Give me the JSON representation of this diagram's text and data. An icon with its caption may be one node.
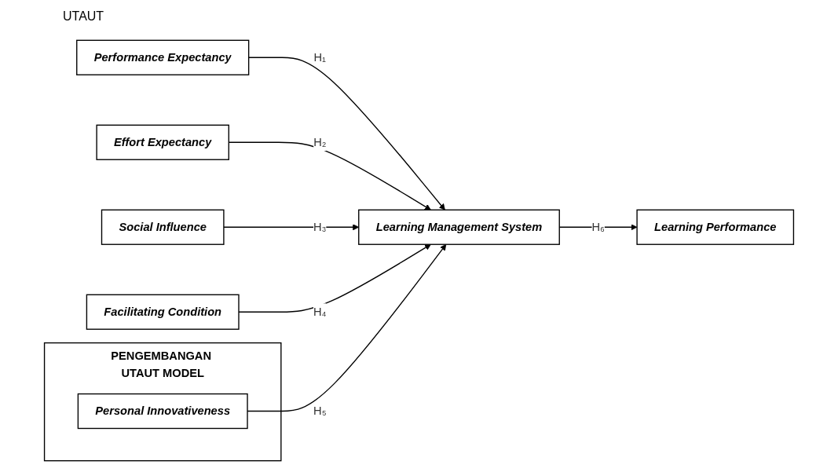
{
  "diagram": {
    "nodes": [
      {
        "text": [
          "Performance Expectancy"
        ]
      },
      {
        "text": [
          "Effort Expectancy"
        ]
      },
      {
        "text": [
          "Social Influence"
        ]
      },
      {
        "text": [
          "Facilitating Condition"
        ]
      },
      {
        "text": [
          "PENGEMBANGAN UTAUT MODEL"
        ]
      },
      {
        "text": [
          "Personal Innovativeness"
        ],
        "in": 4
      },
      {
        "text": [
          "Learning Management System"
        ]
      },
      {
        "text": [
          "Learning Performance"
        ]
      }
    ],
    "edges": [
      {
        "from": 0,
        "to": 6,
        "arrow": "to",
        "label": "H₁"
      },
      {
        "from": 1,
        "to": 6,
        "arrow": "to",
        "label": "H₂"
      },
      {
        "from": 2,
        "to": 6,
        "arrow": "to",
        "label": "H₃"
      },
      {
        "from": 3,
        "to": 6,
        "arrow": "to",
        "label": "H₄"
      },
      {
        "from": 5,
        "to": 6,
        "arrow": "to",
        "label": "H₅"
      },
      {
        "from": 6,
        "to": 7,
        "arrow": "to",
        "label": "H₆"
      }
    ],
    "labels": [
      "UTAUT"
    ]
  }
}
